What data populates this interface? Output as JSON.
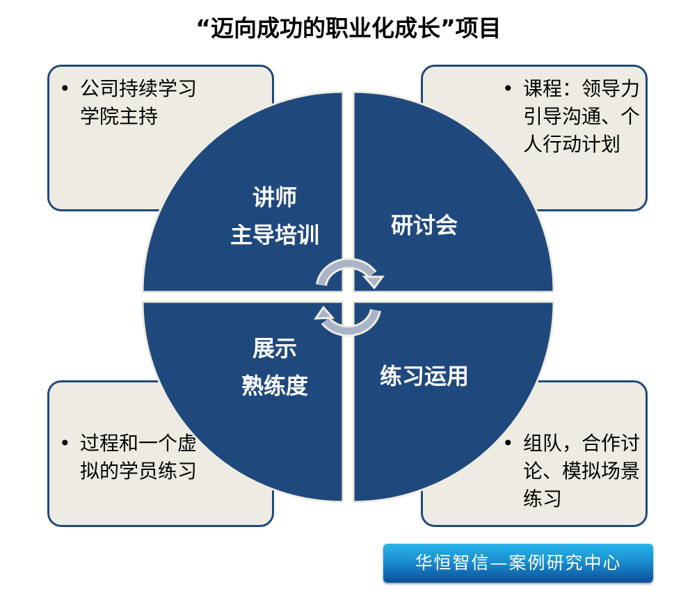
{
  "title": "“迈向成功的职业化成长”项目",
  "quadrants": {
    "top_left": {
      "line1": "讲师",
      "line2": "主导培训"
    },
    "top_right": {
      "line1": "研讨会"
    },
    "bottom_left": {
      "line1": "展示",
      "line2": "熟练度"
    },
    "bottom_right": {
      "line1": "练习运用"
    }
  },
  "boxes": {
    "top_left": "公司持续学习学院主持",
    "top_right": "课程：领导力引导沟通、个人行动计划",
    "bottom_left": "过程和一个虚拟的学员练习",
    "bottom_right": "组队，合作讨论、模拟场景练习"
  },
  "badge": "华恒智信—案例研究中心",
  "colors": {
    "quadrant": "#1f497d",
    "box_fill": "#eeebe2",
    "arrow": "#a9b4c8"
  }
}
